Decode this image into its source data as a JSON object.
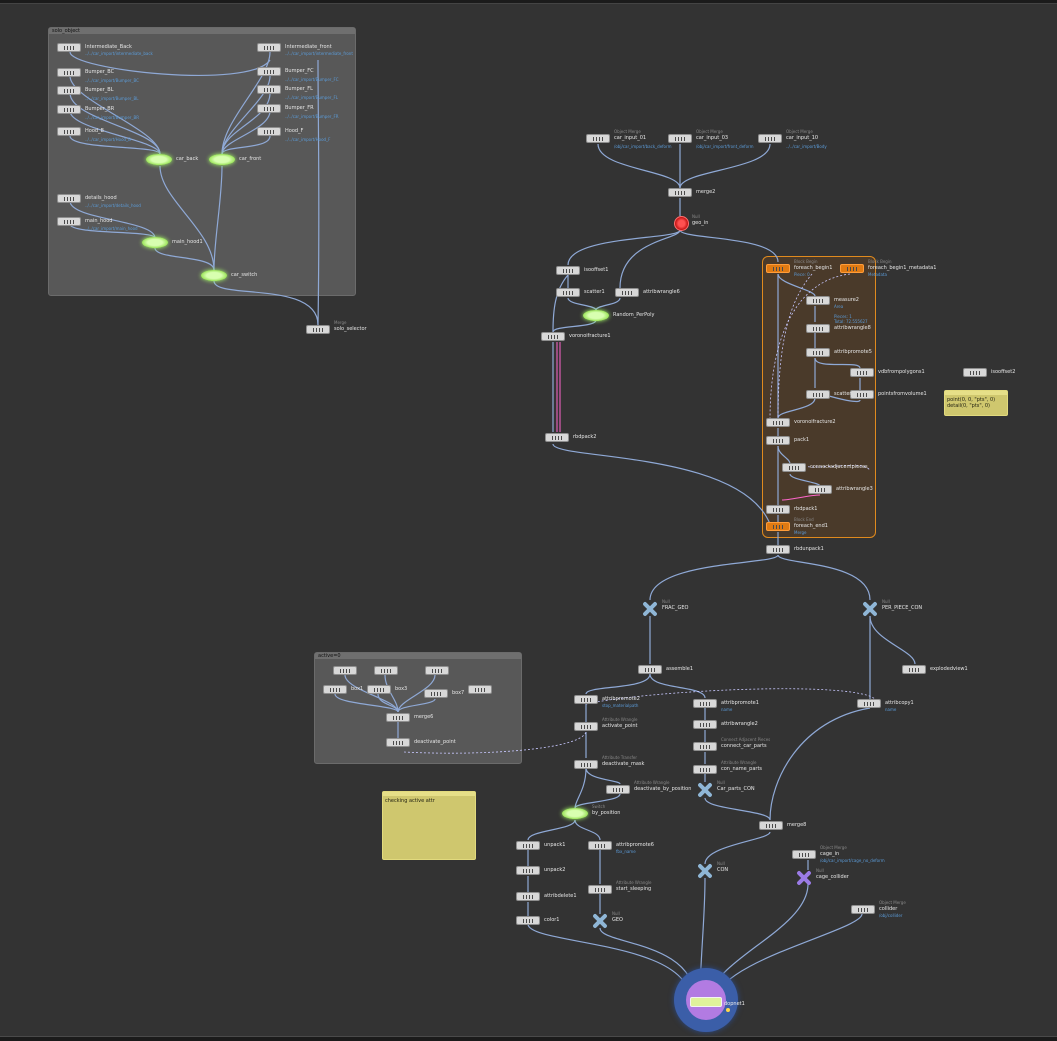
{
  "network_boxes": {
    "solo_object": "solo_object",
    "active0": "active=0"
  },
  "notes": {
    "vex_note": "point(0, 0, \"pts\", 0)\ndetail(0, \"pts\", 0)",
    "checking_note": "checking active attr"
  },
  "nodes": {
    "intermediate_back": {
      "label": "Intermediate_Back",
      "param": "../../car_import/intermediate_back"
    },
    "intermediate_front": {
      "label": "Intermediate_front",
      "param": "../../car_import/intermediate_front"
    },
    "bumper_bc": {
      "label": "Bumper_BC",
      "param": "../../car_import/Bumper_BC"
    },
    "bumper_fc": {
      "label": "Bumper_FC",
      "param": "../../car_import/Bumper_FC"
    },
    "bumper_bl": {
      "label": "Bumper_BL",
      "param": "../../car_import/Bumper_BL"
    },
    "bumper_fl": {
      "label": "Bumper_FL",
      "param": "../../car_import/Bumper_FL"
    },
    "bumper_br": {
      "label": "Bumper_BR",
      "param": "../../car_import/Bumper_BR"
    },
    "bumper_fr": {
      "label": "Bumper_FR",
      "param": "../../car_import/Bumper_FR"
    },
    "hood_b": {
      "label": "Hood_B",
      "param": "../../car_import/Hood_B"
    },
    "hood_f": {
      "label": "Hood_F",
      "param": "../../car_import/Hood_F"
    },
    "car_back": {
      "label": "car_back"
    },
    "car_front": {
      "label": "car_front"
    },
    "details_hood": {
      "label": "details_hood",
      "param": "../../car_import/details_hood"
    },
    "main_hood": {
      "label": "main_hood",
      "param": "../../car_import/main_hood"
    },
    "main_hood1": {
      "label": "main_hood1"
    },
    "car_switch": {
      "label": "car_switch"
    },
    "solo_selector": {
      "label": "solo_selector",
      "sub": "Merge"
    },
    "car_input_01": {
      "label": "car_input_01",
      "sub": "Object Merge",
      "param": "/obj/car_import/back_deform"
    },
    "car_input_03": {
      "label": "car_input_03",
      "sub": "Object Merge",
      "param": "/obj/car_import/front_deform"
    },
    "car_input_10": {
      "label": "car_input_10",
      "sub": "Object Merge",
      "param": "../../car_import/Body"
    },
    "merge2": {
      "label": "merge2"
    },
    "geo_in": {
      "label": "geo_in",
      "sub": "Null"
    },
    "isooffset1": {
      "label": "isooffset1"
    },
    "scatter1": {
      "label": "scatter1"
    },
    "attribwrangle6": {
      "label": "attribwrangle6"
    },
    "random_perpoly": {
      "label": "Random_PerPoly"
    },
    "voronoifracture1": {
      "label": "voronoifracture1"
    },
    "rbdpack2": {
      "label": "rbdpack2"
    },
    "foreach_begin1": {
      "label": "foreach_begin1",
      "sub": "Block Begin",
      "param": "Piece: 0"
    },
    "foreach_begin1_metadata1": {
      "label": "foreach_begin1_metadata1",
      "sub": "Block Begin",
      "param": "Metadata"
    },
    "measure2": {
      "label": "measure2",
      "param": "Area"
    },
    "attribwrangle8": {
      "label": "attribwrangle8",
      "param": "Pieces: 1\nTotal: 72.555627"
    },
    "attribpromote5": {
      "label": "attribpromote5"
    },
    "vdbfrompolygons1": {
      "label": "vdbfrompolygons1"
    },
    "pointsfromvolume1": {
      "label": "pointsfromvolume1"
    },
    "scatter2": {
      "label": "scatter"
    },
    "voronoifracture2": {
      "label": "voronoifracture2"
    },
    "pack1": {
      "label": "pack1"
    },
    "connectadjacentpieces": {
      "label": "connectadjacentpieces"
    },
    "attribwrangle3": {
      "label": "attribwrangle3"
    },
    "rbdpack1": {
      "label": "rbdpack1"
    },
    "foreach_end1": {
      "label": "foreach_end1",
      "sub": "Block End",
      "param": "Merge"
    },
    "rbdunpack1": {
      "label": "rbdunpack1"
    },
    "isooffset2": {
      "label": "isooffset2"
    },
    "frac_geo": {
      "label": "FRAC_GEO",
      "sub": "Null"
    },
    "per_piece_con": {
      "label": "PER_PIECE_CON",
      "sub": "Null"
    },
    "explodedview1": {
      "label": "explodedview1"
    },
    "assemble1": {
      "label": "assemble1"
    },
    "attribpromote2": {
      "label": "attribpromote2",
      "param": "stop_materialpath"
    },
    "activate_point": {
      "label": "activate_point",
      "sub": "Attribute Wrangle"
    },
    "deactivate_mask": {
      "label": "deactivate_mask",
      "sub": "Attribute Transfer"
    },
    "deactivate_by_position": {
      "label": "deactivate_by_position",
      "sub": "Attribute Wrangle"
    },
    "by_position": {
      "label": "by_position",
      "sub": "Switch"
    },
    "attribpromote1": {
      "label": "attribpromote1",
      "param": "name"
    },
    "attribwrangle2": {
      "label": "attribwrangle2"
    },
    "connect_car_parts": {
      "label": "connect_car_parts",
      "sub": "Connect Adjacent Pieces"
    },
    "con_name_parts": {
      "label": "con_name_parts",
      "sub": "Attribute Wrangle"
    },
    "car_parts_con": {
      "label": "Car_parts_CON",
      "sub": "Null"
    },
    "attribcopy1": {
      "label": "attribcopy1",
      "param": "name"
    },
    "merge8": {
      "label": "merge8"
    },
    "box1": {
      "label": "box1"
    },
    "box3": {
      "label": "box3"
    },
    "box7": {
      "label": "box7"
    },
    "merge6": {
      "label": "merge6"
    },
    "deactivate_point": {
      "label": "deactivate_point"
    },
    "unpack1": {
      "label": "unpack1"
    },
    "unpack2": {
      "label": "unpack2"
    },
    "attribdelete1": {
      "label": "attribdelete1"
    },
    "color1": {
      "label": "color1"
    },
    "attribpromote6": {
      "label": "attribpromote6",
      "param": "fbx_name"
    },
    "start_sleeping": {
      "label": "start_sleeping",
      "sub": "Attribute Wrangle"
    },
    "geo": {
      "label": "GEO",
      "sub": "Null"
    },
    "con": {
      "label": "CON",
      "sub": "Null"
    },
    "cage_in": {
      "label": "cage_in",
      "sub": "Object Merge",
      "param": "/obj/car_import/cage_no_deform"
    },
    "cage_collider": {
      "label": "cage_collider",
      "sub": "Null"
    },
    "collider": {
      "label": "collider",
      "sub": "Object Merge",
      "param": "/obj/collider"
    },
    "dopnet1": {
      "label": "dopnet1"
    }
  }
}
